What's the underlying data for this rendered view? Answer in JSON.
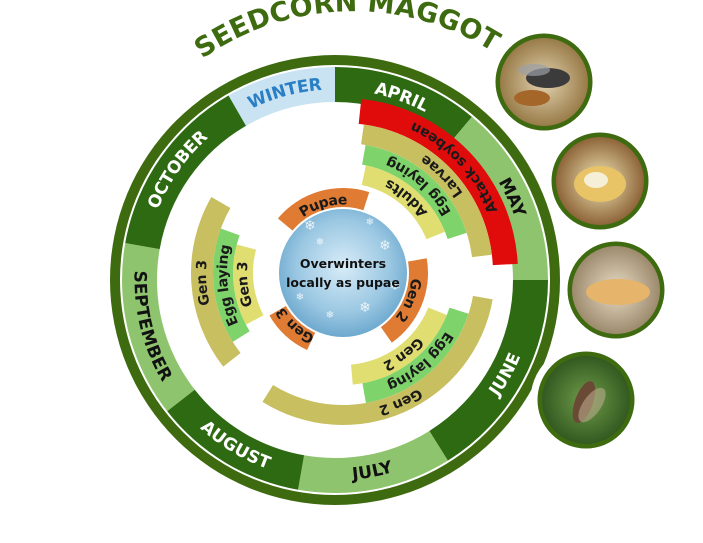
{
  "title": "SEEDCORN MAGGOT",
  "center_text": [
    "Overwinters",
    "locally as pupae"
  ],
  "months": [
    {
      "label": "WINTER",
      "color": "#c9e3f3",
      "text_color": "#2a7fc4"
    },
    {
      "label": "APRIL",
      "color": "#2d6a12",
      "text_color": "#ffffff"
    },
    {
      "label": "MAY",
      "color": "#8fc46e",
      "text_color": "#111111"
    },
    {
      "label": "JUNE",
      "color": "#2d6a12",
      "text_color": "#ffffff"
    },
    {
      "label": "JULY",
      "color": "#8fc46e",
      "text_color": "#111111"
    },
    {
      "label": "AUGUST",
      "color": "#2d6a12",
      "text_color": "#ffffff"
    },
    {
      "label": "SEPTEMBER",
      "color": "#8fc46e",
      "text_color": "#111111"
    },
    {
      "label": "OCTOBER",
      "color": "#2d6a12",
      "text_color": "#ffffff"
    }
  ],
  "stages": [
    {
      "label": "Attack soybean",
      "color": "#e00b0b"
    },
    {
      "label": "Larvae",
      "color": "#c8bf60"
    },
    {
      "label": "Egg laying",
      "color": "#7ed36a"
    },
    {
      "label": "Adults",
      "color": "#e0de70"
    },
    {
      "label": "Pupae",
      "color": "#e07b34"
    },
    {
      "label": "Gen 2",
      "color": "#e07b34"
    },
    {
      "label": "Gen 2",
      "color": "#e0de70"
    },
    {
      "label": "Egg laying",
      "color": "#7ed36a"
    },
    {
      "label": "Gen 2",
      "color": "#c8bf60"
    },
    {
      "label": "Gen 3",
      "color": "#e07b34"
    },
    {
      "label": "Gen 3",
      "color": "#e0de70"
    },
    {
      "label": "Egg laying",
      "color": "#7ed36a"
    },
    {
      "label": "Gen 3",
      "color": "#c8bf60"
    }
  ],
  "colors": {
    "outer_ring": "#3f6b10",
    "title": "#3f6b10",
    "photo_border": "#3f6b10",
    "center_fill": "#8fc0dc"
  },
  "photos": [
    {
      "name": "adult-fly-on-seed"
    },
    {
      "name": "larva-in-seed"
    },
    {
      "name": "pupa"
    },
    {
      "name": "adult-fly-on-leaf"
    }
  ]
}
